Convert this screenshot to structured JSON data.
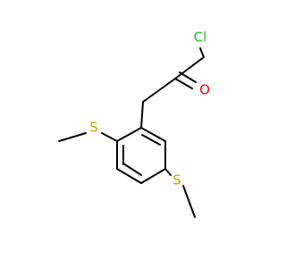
{
  "molecule": {
    "atoms": {
      "chlorine": {
        "symbol": "Cl",
        "color": "#1fc41f"
      },
      "oxygen": {
        "symbol": "O",
        "color": "#ff0000"
      },
      "sulfur_top": {
        "symbol": "S",
        "color": "#c8a000"
      },
      "sulfur_bottom": {
        "symbol": "S",
        "color": "#c8a000"
      }
    },
    "bond_color": "#000000"
  }
}
